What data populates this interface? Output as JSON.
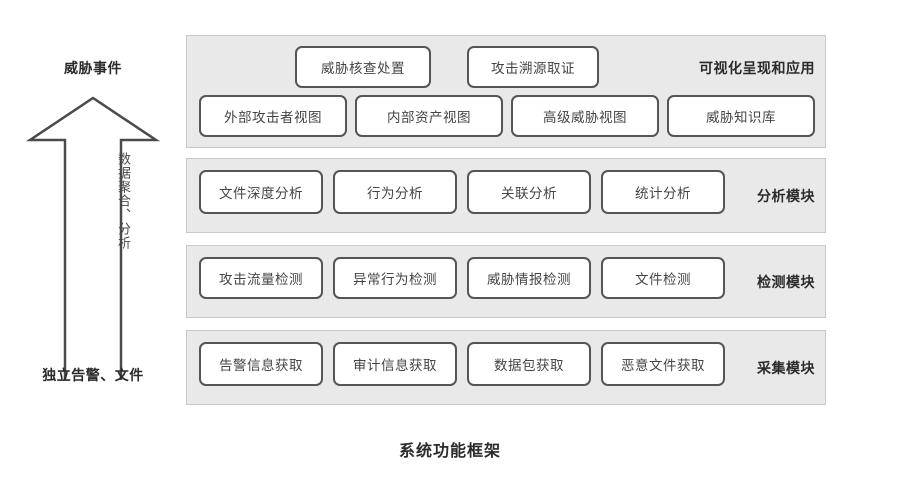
{
  "caption": "系统功能框架",
  "left": {
    "top_label": "威胁事件",
    "bottom_label": "独立告警、文件",
    "arrow_text": "数据聚合、分析",
    "arrow_icon": "up-arrow-icon"
  },
  "bands": [
    {
      "id": "visualization",
      "label": "可视化呈现和应用",
      "top_row": [
        "威胁核查处置",
        "攻击溯源取证"
      ],
      "bottom_row": [
        "外部攻击者视图",
        "内部资产视图",
        "高级威胁视图",
        "威胁知识库"
      ]
    },
    {
      "id": "analysis",
      "label": "分析模块",
      "boxes": [
        "文件深度分析",
        "行为分析",
        "关联分析",
        "统计分析"
      ]
    },
    {
      "id": "detection",
      "label": "检测模块",
      "boxes": [
        "攻击流量检测",
        "异常行为检测",
        "威胁情报检测",
        "文件检测"
      ]
    },
    {
      "id": "collection",
      "label": "采集模块",
      "boxes": [
        "告警信息获取",
        "审计信息获取",
        "数据包获取",
        "恶意文件获取"
      ]
    }
  ],
  "colors": {
    "band_fill": "#e9e9e9",
    "band_border": "#c9c9c9",
    "box_border": "#555555",
    "box_fill": "#ffffff",
    "text": "#3a3a3a",
    "label_text": "#2b2b2b"
  }
}
